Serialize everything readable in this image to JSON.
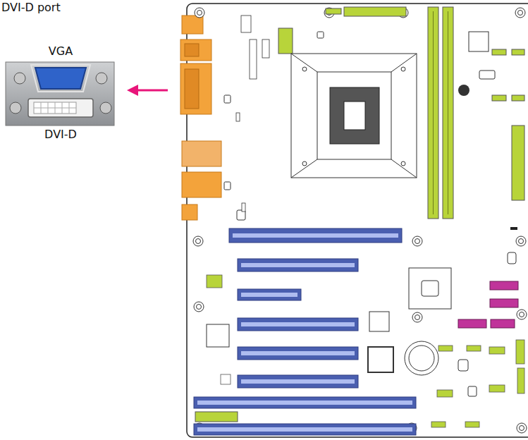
{
  "diagram": {
    "labels": [
      "DVI-D port",
      "VGA",
      "DVI-D"
    ]
  }
}
